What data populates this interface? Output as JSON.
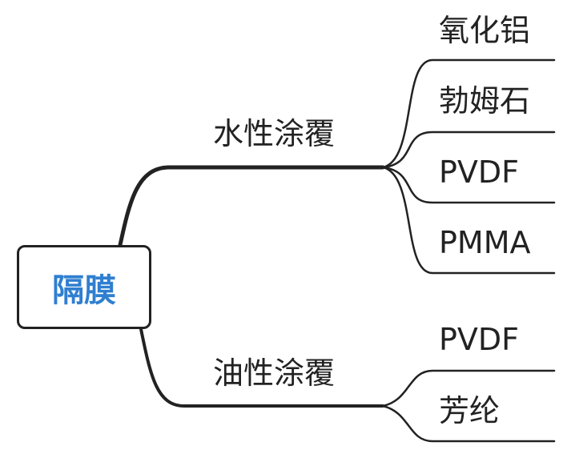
{
  "root": {
    "label": "隔膜"
  },
  "branches": [
    {
      "label": "水性涂覆",
      "leaves": [
        "氧化铝",
        "勃姆石",
        "PVDF",
        "PMMA"
      ]
    },
    {
      "label": "油性涂覆",
      "leaves": [
        "PVDF",
        "芳纶"
      ]
    }
  ],
  "colors": {
    "root_text": "#2f7fd0",
    "line": "#222222"
  }
}
